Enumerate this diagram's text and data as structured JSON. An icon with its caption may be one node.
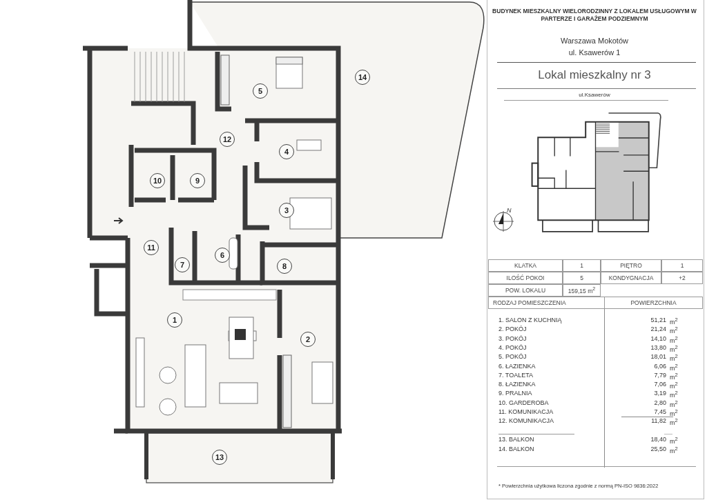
{
  "diagram": {
    "title": "BUDYNEK MIESZKALNY WIELORODZINNY Z LOKALEM USŁUGOWYM W PARTERZE I GARAŻEM PODZIEMNYM",
    "nodes": [
      {
        "text": [
          "1"
        ]
      },
      {
        "text": [
          "2"
        ]
      },
      {
        "text": [
          "3"
        ]
      },
      {
        "text": [
          "4"
        ]
      },
      {
        "text": [
          "5"
        ]
      },
      {
        "text": [
          "6"
        ]
      },
      {
        "text": [
          "7"
        ]
      },
      {
        "text": [
          "8"
        ]
      },
      {
        "text": [
          "9"
        ]
      },
      {
        "text": [
          "10"
        ]
      },
      {
        "text": [
          "11"
        ]
      },
      {
        "text": [
          "12"
        ]
      },
      {
        "text": [
          "13"
        ]
      },
      {
        "text": [
          "14"
        ]
      }
    ],
    "labels": [
      "Warszawa Mokotów",
      "ul. Ksawerów 1",
      "Lokal mieszkalny nr 3",
      "ul.Ksawerów",
      "N",
      "KLATKA",
      "1",
      "PIĘTRO",
      "1",
      "ILOŚĆ POKOI",
      "5",
      "KONDYGNACJA",
      "+2",
      "POW. LOKALU",
      "159,15 m$^{2}$",
      "RODZAJ POMIESZCZENIA",
      "POWIERZCHNIA",
      "1. SALON Z KUCHNIĄ",
      "51,21",
      "m$^{2}$",
      "2. POKÓJ",
      "21,24",
      "m$^{2}$",
      "3. POKÓJ",
      "14,10",
      "m$^{2}$",
      "4. POKÓJ",
      "13,80",
      "m$^{2}$",
      "5. POKÓJ",
      "18,01",
      "m$^{2}$",
      "6. ŁAZIENKA",
      "6,06",
      "m$^{2}$",
      "7. TOALETA",
      "7,79",
      "m$^{2}$",
      "8. ŁAZIENKA",
      "7,06",
      "m$^{2}$",
      "9. PRALNIA",
      "3,19",
      "m$^{2}$",
      "10. GARDEROBA",
      "2,80",
      "m$^{2}$",
      "11. KOMUNIKACJA",
      "7,45",
      "m$^{2}$",
      "12. KOMUNIKACJA",
      "11,82",
      "m$^{2}$",
      "13. BALKON",
      "18,40",
      "m$^{2}$",
      "14. BALKON",
      "25,50",
      "m$^{2}$",
      "* Powierzchnia użytkowa liczona zgodnie z normą PN-ISO 9836:2022"
    ]
  }
}
